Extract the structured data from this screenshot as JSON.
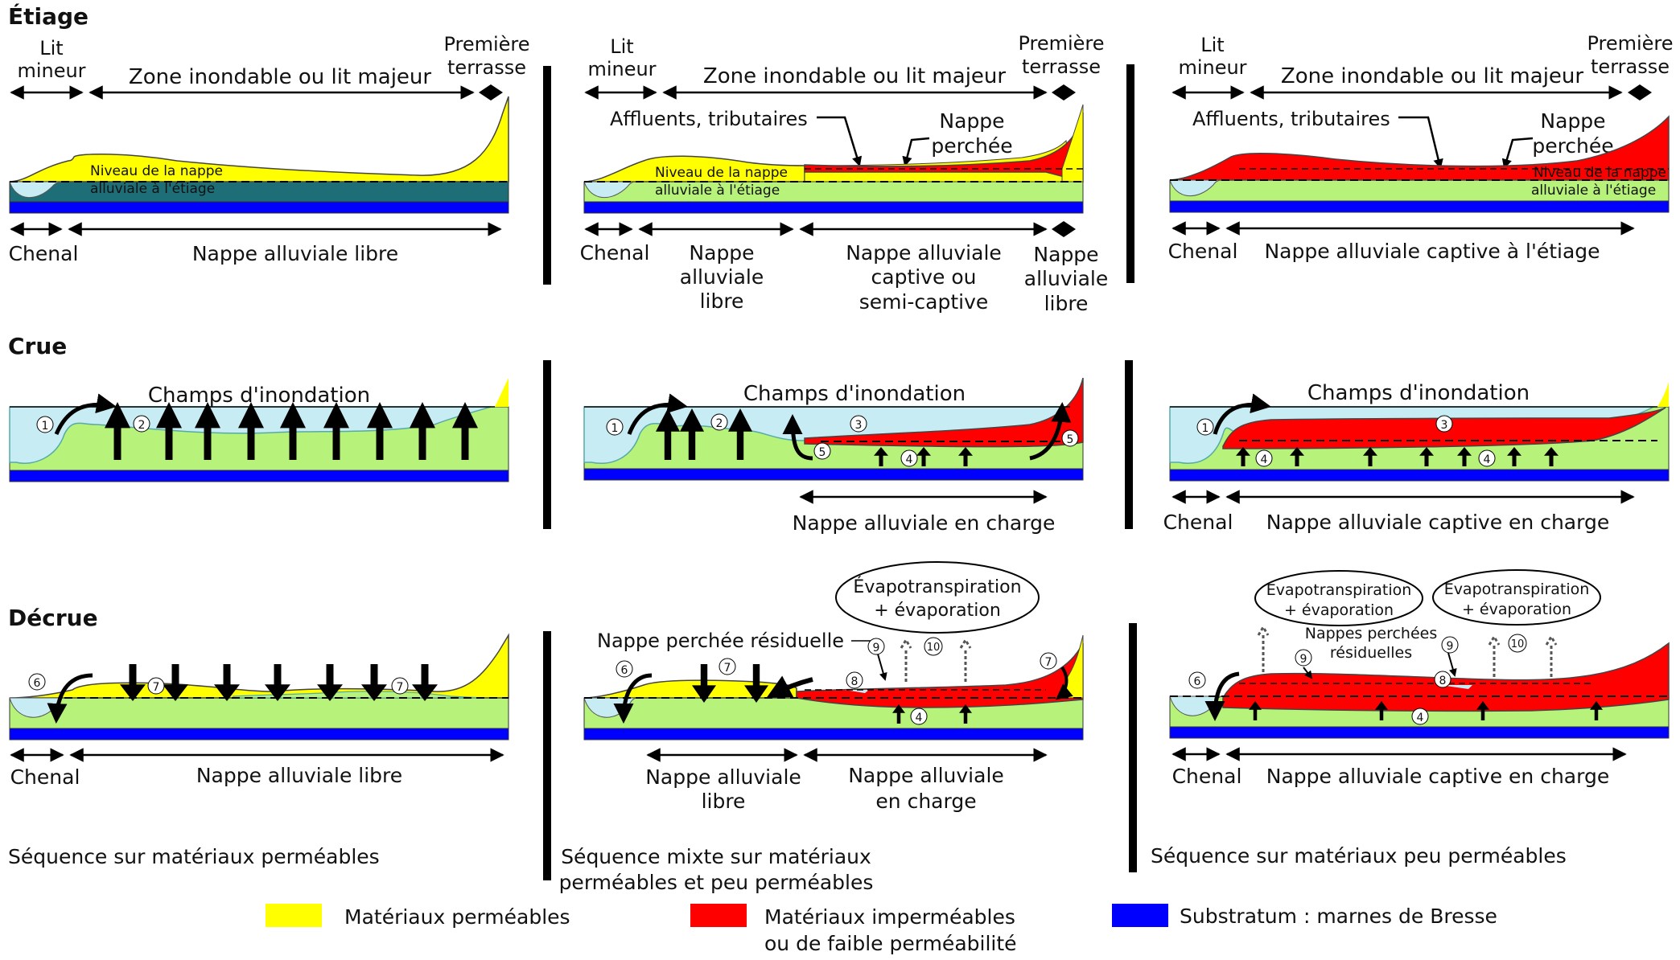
{
  "rows": {
    "etiage": "Étiage",
    "crue": "Crue",
    "decrue": "Décrue"
  },
  "header": {
    "lit_mineur_1": "Lit",
    "lit_mineur_2": "mineur",
    "zone": "Zone inondable ou lit majeur",
    "terrasse_1": "Première",
    "terrasse_2": "terrasse"
  },
  "labels": {
    "niveau_1": "Niveau de la nappe",
    "niveau_2": "alluviale à l'étiage",
    "affluents": "Affluents, tributaires",
    "nappe_perchee_1": "Nappe",
    "nappe_perchee_2": "perchée",
    "chenal": "Chenal",
    "nappe_libre": "Nappe alluviale libre",
    "nappe_captive_etiage": "Nappe alluviale captive à l'étiage",
    "p2_nappe_1": "Nappe",
    "p2_nappe_2": "alluviale",
    "p2_nappe_3": "libre",
    "p2_captive_1": "Nappe alluviale",
    "p2_captive_2": "captive ou",
    "p2_captive_3": "semi-captive",
    "champs": "Champs d'inondation",
    "en_charge": "Nappe alluviale en charge",
    "captive_charge": "Nappe alluviale captive en charge",
    "evapo_1": "Évapotranspiration",
    "evapo_2": "+ évaporation",
    "perchee_residuelle": "Nappe perchée résiduelle",
    "nappes_perchees_1": "Nappes perchées",
    "nappes_perchees_2": "résiduelles",
    "p2_decrue_libre_1": "Nappe alluviale",
    "p2_decrue_libre_2": "libre",
    "p2_decrue_charge_1": "Nappe alluviale",
    "p2_decrue_charge_2": "en charge"
  },
  "numbers": [
    "1",
    "2",
    "3",
    "4",
    "5",
    "6",
    "7",
    "8",
    "9",
    "10"
  ],
  "sequences": {
    "col1": "Séquence sur matériaux perméables",
    "col2_1": "Séquence mixte sur matériaux",
    "col2_2": "perméables et peu perméables",
    "col3": "Séquence sur matériaux peu perméables"
  },
  "legend": {
    "permeable": "Matériaux perméables",
    "impermeable_1": "Matériaux imperméables",
    "impermeable_2": "ou de faible perméabilité",
    "substratum": "Substratum : marnes de Bresse"
  },
  "colors": {
    "permeable": "#ffff00",
    "impermeable": "#ff0000",
    "substratum": "#0000ff",
    "alluvial": "#b7f27a",
    "water": "#c8ecf4",
    "dark_water": "#1e6e78"
  }
}
